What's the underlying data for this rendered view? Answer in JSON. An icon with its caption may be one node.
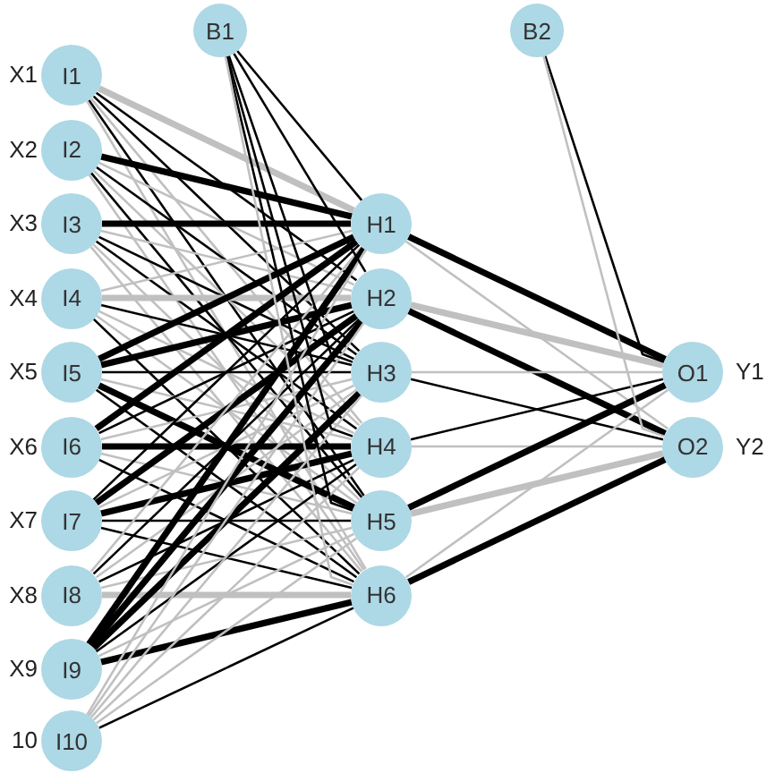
{
  "diagram": {
    "nodes": [
      {
        "text": [
          "I1"
        ],
        "beside": [
          "X1"
        ]
      },
      {
        "text": [
          "I2"
        ],
        "beside": [
          "X2"
        ]
      },
      {
        "text": [
          "I3"
        ],
        "beside": [
          "X3"
        ]
      },
      {
        "text": [
          "I4"
        ],
        "beside": [
          "X4"
        ]
      },
      {
        "text": [
          "I5"
        ],
        "beside": [
          "X5"
        ]
      },
      {
        "text": [
          "I6"
        ],
        "beside": [
          "X6"
        ]
      },
      {
        "text": [
          "I7"
        ],
        "beside": [
          "X7"
        ]
      },
      {
        "text": [
          "I8"
        ],
        "beside": [
          "X8"
        ]
      },
      {
        "text": [
          "I9"
        ],
        "beside": [
          "X9"
        ]
      },
      {
        "text": [
          "I10"
        ],
        "beside": [
          "10"
        ]
      },
      {
        "text": [
          "B1"
        ]
      },
      {
        "text": [
          "H1"
        ]
      },
      {
        "text": [
          "H2"
        ]
      },
      {
        "text": [
          "H3"
        ]
      },
      {
        "text": [
          "H4"
        ]
      },
      {
        "text": [
          "H5"
        ]
      },
      {
        "text": [
          "H6"
        ]
      },
      {
        "text": [
          "B2"
        ]
      },
      {
        "text": [
          "O1"
        ],
        "beside": [
          "Y1"
        ]
      },
      {
        "text": [
          "O2"
        ],
        "beside": [
          "Y2"
        ]
      }
    ],
    "edges": [
      {
        "from": 0,
        "to": 11,
        "arrow": "none",
        "style": "thick",
        "color": "#c0c0c0"
      },
      {
        "from": 0,
        "to": 12,
        "arrow": "none"
      },
      {
        "from": 0,
        "to": 13,
        "arrow": "none"
      },
      {
        "from": 0,
        "to": 14,
        "arrow": "none",
        "color": "#c0c0c0"
      },
      {
        "from": 0,
        "to": 15,
        "arrow": "none"
      },
      {
        "from": 0,
        "to": 16,
        "arrow": "none",
        "color": "#c0c0c0"
      },
      {
        "from": 1,
        "to": 11,
        "arrow": "none",
        "style": "thick"
      },
      {
        "from": 1,
        "to": 12,
        "arrow": "none",
        "color": "#c0c0c0"
      },
      {
        "from": 1,
        "to": 13,
        "arrow": "none"
      },
      {
        "from": 1,
        "to": 14,
        "arrow": "none",
        "color": "#c0c0c0"
      },
      {
        "from": 1,
        "to": 15,
        "arrow": "none"
      },
      {
        "from": 1,
        "to": 16,
        "arrow": "none",
        "color": "#c0c0c0"
      },
      {
        "from": 2,
        "to": 11,
        "arrow": "none",
        "style": "thick"
      },
      {
        "from": 2,
        "to": 12,
        "arrow": "none",
        "color": "#c0c0c0"
      },
      {
        "from": 2,
        "to": 13,
        "arrow": "none"
      },
      {
        "from": 2,
        "to": 14,
        "arrow": "none"
      },
      {
        "from": 2,
        "to": 15,
        "arrow": "none",
        "color": "#c0c0c0"
      },
      {
        "from": 2,
        "to": 16,
        "arrow": "none",
        "color": "#c0c0c0"
      },
      {
        "from": 3,
        "to": 11,
        "arrow": "none",
        "color": "#c0c0c0"
      },
      {
        "from": 3,
        "to": 12,
        "arrow": "none",
        "style": "thick",
        "color": "#c0c0c0"
      },
      {
        "from": 3,
        "to": 13,
        "arrow": "none"
      },
      {
        "from": 3,
        "to": 14,
        "arrow": "none",
        "color": "#c0c0c0"
      },
      {
        "from": 3,
        "to": 15,
        "arrow": "none",
        "color": "#c0c0c0"
      },
      {
        "from": 3,
        "to": 16,
        "arrow": "none"
      },
      {
        "from": 4,
        "to": 11,
        "arrow": "none",
        "style": "thick"
      },
      {
        "from": 4,
        "to": 12,
        "arrow": "none",
        "style": "thick"
      },
      {
        "from": 4,
        "to": 13,
        "arrow": "none"
      },
      {
        "from": 4,
        "to": 14,
        "arrow": "none",
        "color": "#c0c0c0"
      },
      {
        "from": 4,
        "to": 15,
        "arrow": "none",
        "style": "thick"
      },
      {
        "from": 4,
        "to": 16,
        "arrow": "none"
      },
      {
        "from": 5,
        "to": 11,
        "arrow": "none",
        "style": "thick"
      },
      {
        "from": 5,
        "to": 12,
        "arrow": "none"
      },
      {
        "from": 5,
        "to": 13,
        "arrow": "none",
        "color": "#c0c0c0"
      },
      {
        "from": 5,
        "to": 14,
        "arrow": "none",
        "style": "thick"
      },
      {
        "from": 5,
        "to": 15,
        "arrow": "none",
        "color": "#c0c0c0"
      },
      {
        "from": 5,
        "to": 16,
        "arrow": "none"
      },
      {
        "from": 6,
        "to": 11,
        "arrow": "none"
      },
      {
        "from": 6,
        "to": 12,
        "arrow": "none",
        "style": "thick"
      },
      {
        "from": 6,
        "to": 13,
        "arrow": "none",
        "color": "#c0c0c0"
      },
      {
        "from": 6,
        "to": 14,
        "arrow": "none",
        "style": "thick"
      },
      {
        "from": 6,
        "to": 15,
        "arrow": "none"
      },
      {
        "from": 6,
        "to": 16,
        "arrow": "none"
      },
      {
        "from": 7,
        "to": 11,
        "arrow": "none",
        "color": "#c0c0c0"
      },
      {
        "from": 7,
        "to": 12,
        "arrow": "none"
      },
      {
        "from": 7,
        "to": 13,
        "arrow": "none",
        "color": "#c0c0c0"
      },
      {
        "from": 7,
        "to": 14,
        "arrow": "none"
      },
      {
        "from": 7,
        "to": 15,
        "arrow": "none",
        "color": "#c0c0c0"
      },
      {
        "from": 7,
        "to": 16,
        "arrow": "none",
        "style": "thick",
        "color": "#c0c0c0"
      },
      {
        "from": 8,
        "to": 11,
        "arrow": "none",
        "style": "thick"
      },
      {
        "from": 8,
        "to": 12,
        "arrow": "none",
        "style": "thick"
      },
      {
        "from": 8,
        "to": 13,
        "arrow": "none",
        "style": "thick"
      },
      {
        "from": 8,
        "to": 14,
        "arrow": "none"
      },
      {
        "from": 8,
        "to": 15,
        "arrow": "none",
        "color": "#c0c0c0"
      },
      {
        "from": 8,
        "to": 16,
        "arrow": "none",
        "style": "thick"
      },
      {
        "from": 9,
        "to": 11,
        "arrow": "none",
        "color": "#c0c0c0"
      },
      {
        "from": 9,
        "to": 12,
        "arrow": "none",
        "color": "#c0c0c0"
      },
      {
        "from": 9,
        "to": 13,
        "arrow": "none",
        "color": "#c0c0c0"
      },
      {
        "from": 9,
        "to": 14,
        "arrow": "none",
        "color": "#c0c0c0"
      },
      {
        "from": 9,
        "to": 15,
        "arrow": "none",
        "color": "#c0c0c0"
      },
      {
        "from": 9,
        "to": 16,
        "arrow": "none"
      },
      {
        "from": 10,
        "to": 11,
        "arrow": "none"
      },
      {
        "from": 10,
        "to": 12,
        "arrow": "none"
      },
      {
        "from": 10,
        "to": 13,
        "arrow": "none"
      },
      {
        "from": 10,
        "to": 14,
        "arrow": "none"
      },
      {
        "from": 10,
        "to": 15,
        "arrow": "none"
      },
      {
        "from": 10,
        "to": 16,
        "arrow": "none",
        "color": "#c0c0c0"
      },
      {
        "from": 11,
        "to": 18,
        "arrow": "none",
        "style": "thick"
      },
      {
        "from": 11,
        "to": 19,
        "arrow": "none",
        "color": "#c0c0c0"
      },
      {
        "from": 12,
        "to": 18,
        "arrow": "none",
        "style": "thick",
        "color": "#c0c0c0"
      },
      {
        "from": 12,
        "to": 19,
        "arrow": "none",
        "style": "thick"
      },
      {
        "from": 13,
        "to": 18,
        "arrow": "none",
        "color": "#c0c0c0"
      },
      {
        "from": 13,
        "to": 19,
        "arrow": "none"
      },
      {
        "from": 14,
        "to": 18,
        "arrow": "none"
      },
      {
        "from": 14,
        "to": 19,
        "arrow": "none",
        "color": "#c0c0c0"
      },
      {
        "from": 15,
        "to": 18,
        "arrow": "none",
        "style": "thick"
      },
      {
        "from": 15,
        "to": 19,
        "arrow": "none",
        "style": "thick",
        "color": "#c0c0c0"
      },
      {
        "from": 16,
        "to": 18,
        "arrow": "none",
        "color": "#c0c0c0"
      },
      {
        "from": 16,
        "to": 19,
        "arrow": "none",
        "style": "thick"
      },
      {
        "from": 17,
        "to": 18,
        "arrow": "none"
      },
      {
        "from": 17,
        "to": 19,
        "arrow": "none",
        "color": "#c0c0c0"
      }
    ]
  }
}
